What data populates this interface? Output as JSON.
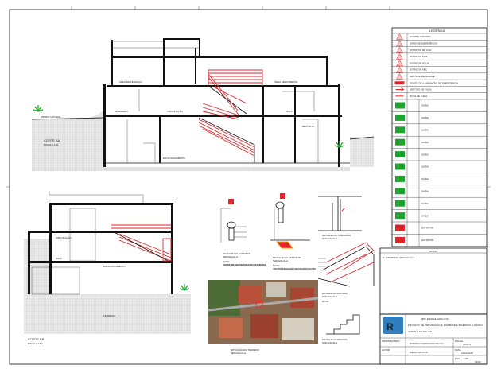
{
  "sheet": {
    "section_aa": {
      "title": "CORTE AA",
      "scale": "ESCALA 1:50"
    },
    "section_bb": {
      "title": "CORTE BB",
      "scale": "ESCALA 1:50"
    },
    "labels_aa": [
      "ÁREA DE TERRAÇO",
      "ÁREA DESCOBERTA",
      "BANHEIRO",
      "CIRCULAÇÃO",
      "SALA",
      "ESTACIONAMENTO",
      "DEPÓSITO",
      "PERFIL NATURAL"
    ],
    "labels_bb": [
      "CIRCULAÇÃO",
      "SALA",
      "ESTACIONAMENTO",
      "TERRENO"
    ],
    "details": [
      {
        "title": "DETALHE DO EXTINTOR",
        "scale": "SEM ESCALA",
        "note_title": "NOTA:",
        "note": "OS EXTINTORES DEVERÃO SER INSTALADOS CONFORME NORMA"
      },
      {
        "title": "DETALHE DO EXTINTOR",
        "scale": "SEM ESCALA",
        "note_title": "NOTA:",
        "note": "OS EXTINTORES DEVERÃO SER SINALIZADOS NO PISO"
      },
      {
        "title": "DETALHE DO CORRIMÃO",
        "scale": "SEM ESCALA"
      },
      {
        "title": "DETALHE DA ESCADA",
        "scale": "SEM ESCALA",
        "note_title": "NOTA:"
      },
      {
        "title": "DETALHE DA ESCADA",
        "scale": "SEM ESCALA"
      }
    ],
    "site": {
      "title": "SITUAÇÃO DO TERRENO",
      "scale": "SEM ESCALA"
    }
  },
  "legend": {
    "title": "LEGENDA",
    "items": [
      "ALARME SONORO",
      "SAÍDA DE EMERGÊNCIA",
      "EXTINTOR DE CO2",
      "EXTINTOR PQS",
      "EXTINTOR ÁGUA",
      "EXTINTOR ABC",
      "CENTRAL DE ALARME",
      "PONTO DE ILUMINAÇÃO DE EMERGÊNCIA",
      "SENTIDO DE FUGA",
      "ROTA DE FUGA"
    ],
    "sign_items": [
      "SAÍDA",
      "SAÍDA",
      "SAÍDA",
      "SAÍDA",
      "SAÍDA",
      "SAÍDA",
      "SAÍDA",
      "SAÍDA",
      "SAÍDA",
      "SAÍDA",
      "EXTINTOR",
      "EXTINTOR"
    ]
  },
  "notes": {
    "title": "NOTAS",
    "items": [
      "1 - DESENHO SEM ESCALA"
    ]
  },
  "title_block": {
    "company": "RPF ENGENHARIA LTDA",
    "description": "PROJETO DE PREVENÇÃO E COMBATE A INCÊNDIO E PÂNICO",
    "content": "CORTE E DETALHES",
    "owner_label": "PROPRIETÁRIO",
    "owner": "RODRIGO FERNANDO PAULO",
    "author_label": "AUTOR",
    "author": "DIEGO SANTOS",
    "sheet_label": "FOLHA",
    "sheet": "PPCI-4",
    "date_label": "DATA",
    "date": "11/11/2019",
    "scale_label": "ESC.",
    "scale": "1:50",
    "number": "04/04"
  }
}
